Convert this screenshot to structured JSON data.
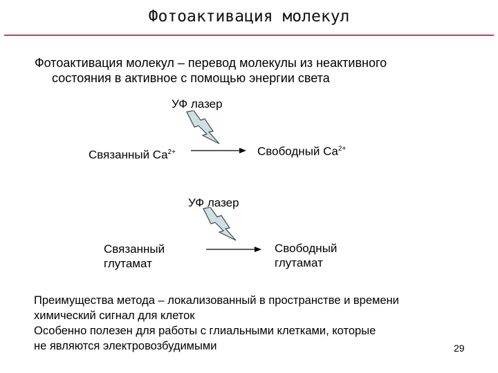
{
  "slide": {
    "title": "Фотоактивация молекул",
    "intro_line1": "Фотоактивация молекул – перевод молекулы из неактивного",
    "intro_line2": "состояния в активное с помощью энергии света",
    "diagram1": {
      "source_label": "УФ лазер",
      "left_text": "Связанный Ca",
      "left_sup": "2+",
      "right_text": "Свободный Ca",
      "right_sup": "2+"
    },
    "diagram2": {
      "source_label": "УФ лазер",
      "left_line1": "Связанный",
      "left_line2": "глутамат",
      "right_line1": "Свободный",
      "right_line2": "глутамат"
    },
    "bottom_lines": [
      "Преимущества метода – локализованный в  пространстве и времени",
      " химический сигнал для клеток",
      "Особенно полезен для работы с глиальными клетками, которые",
      "не являются электровозбудимыми"
    ],
    "page_number": "29",
    "colors": {
      "title_rule": "#d9364a",
      "bolt_fill": "#cfe0e4",
      "bolt_stroke": "#3c4a4e"
    }
  }
}
